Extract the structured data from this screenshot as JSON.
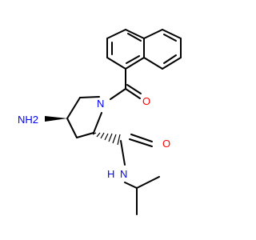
{
  "atoms": {
    "amine": "NH2",
    "ring_nitrogen": "N",
    "carbonyl_oxygen_naphthoyl": "O",
    "carbonyl_oxygen_amide": "O",
    "amide_nitrogen": "N",
    "amide_hydrogen": "H"
  },
  "colors": {
    "nitrogen": "#0000ff",
    "oxygen": "#ff0000",
    "bond": "#000000",
    "background": "#ffffff"
  }
}
